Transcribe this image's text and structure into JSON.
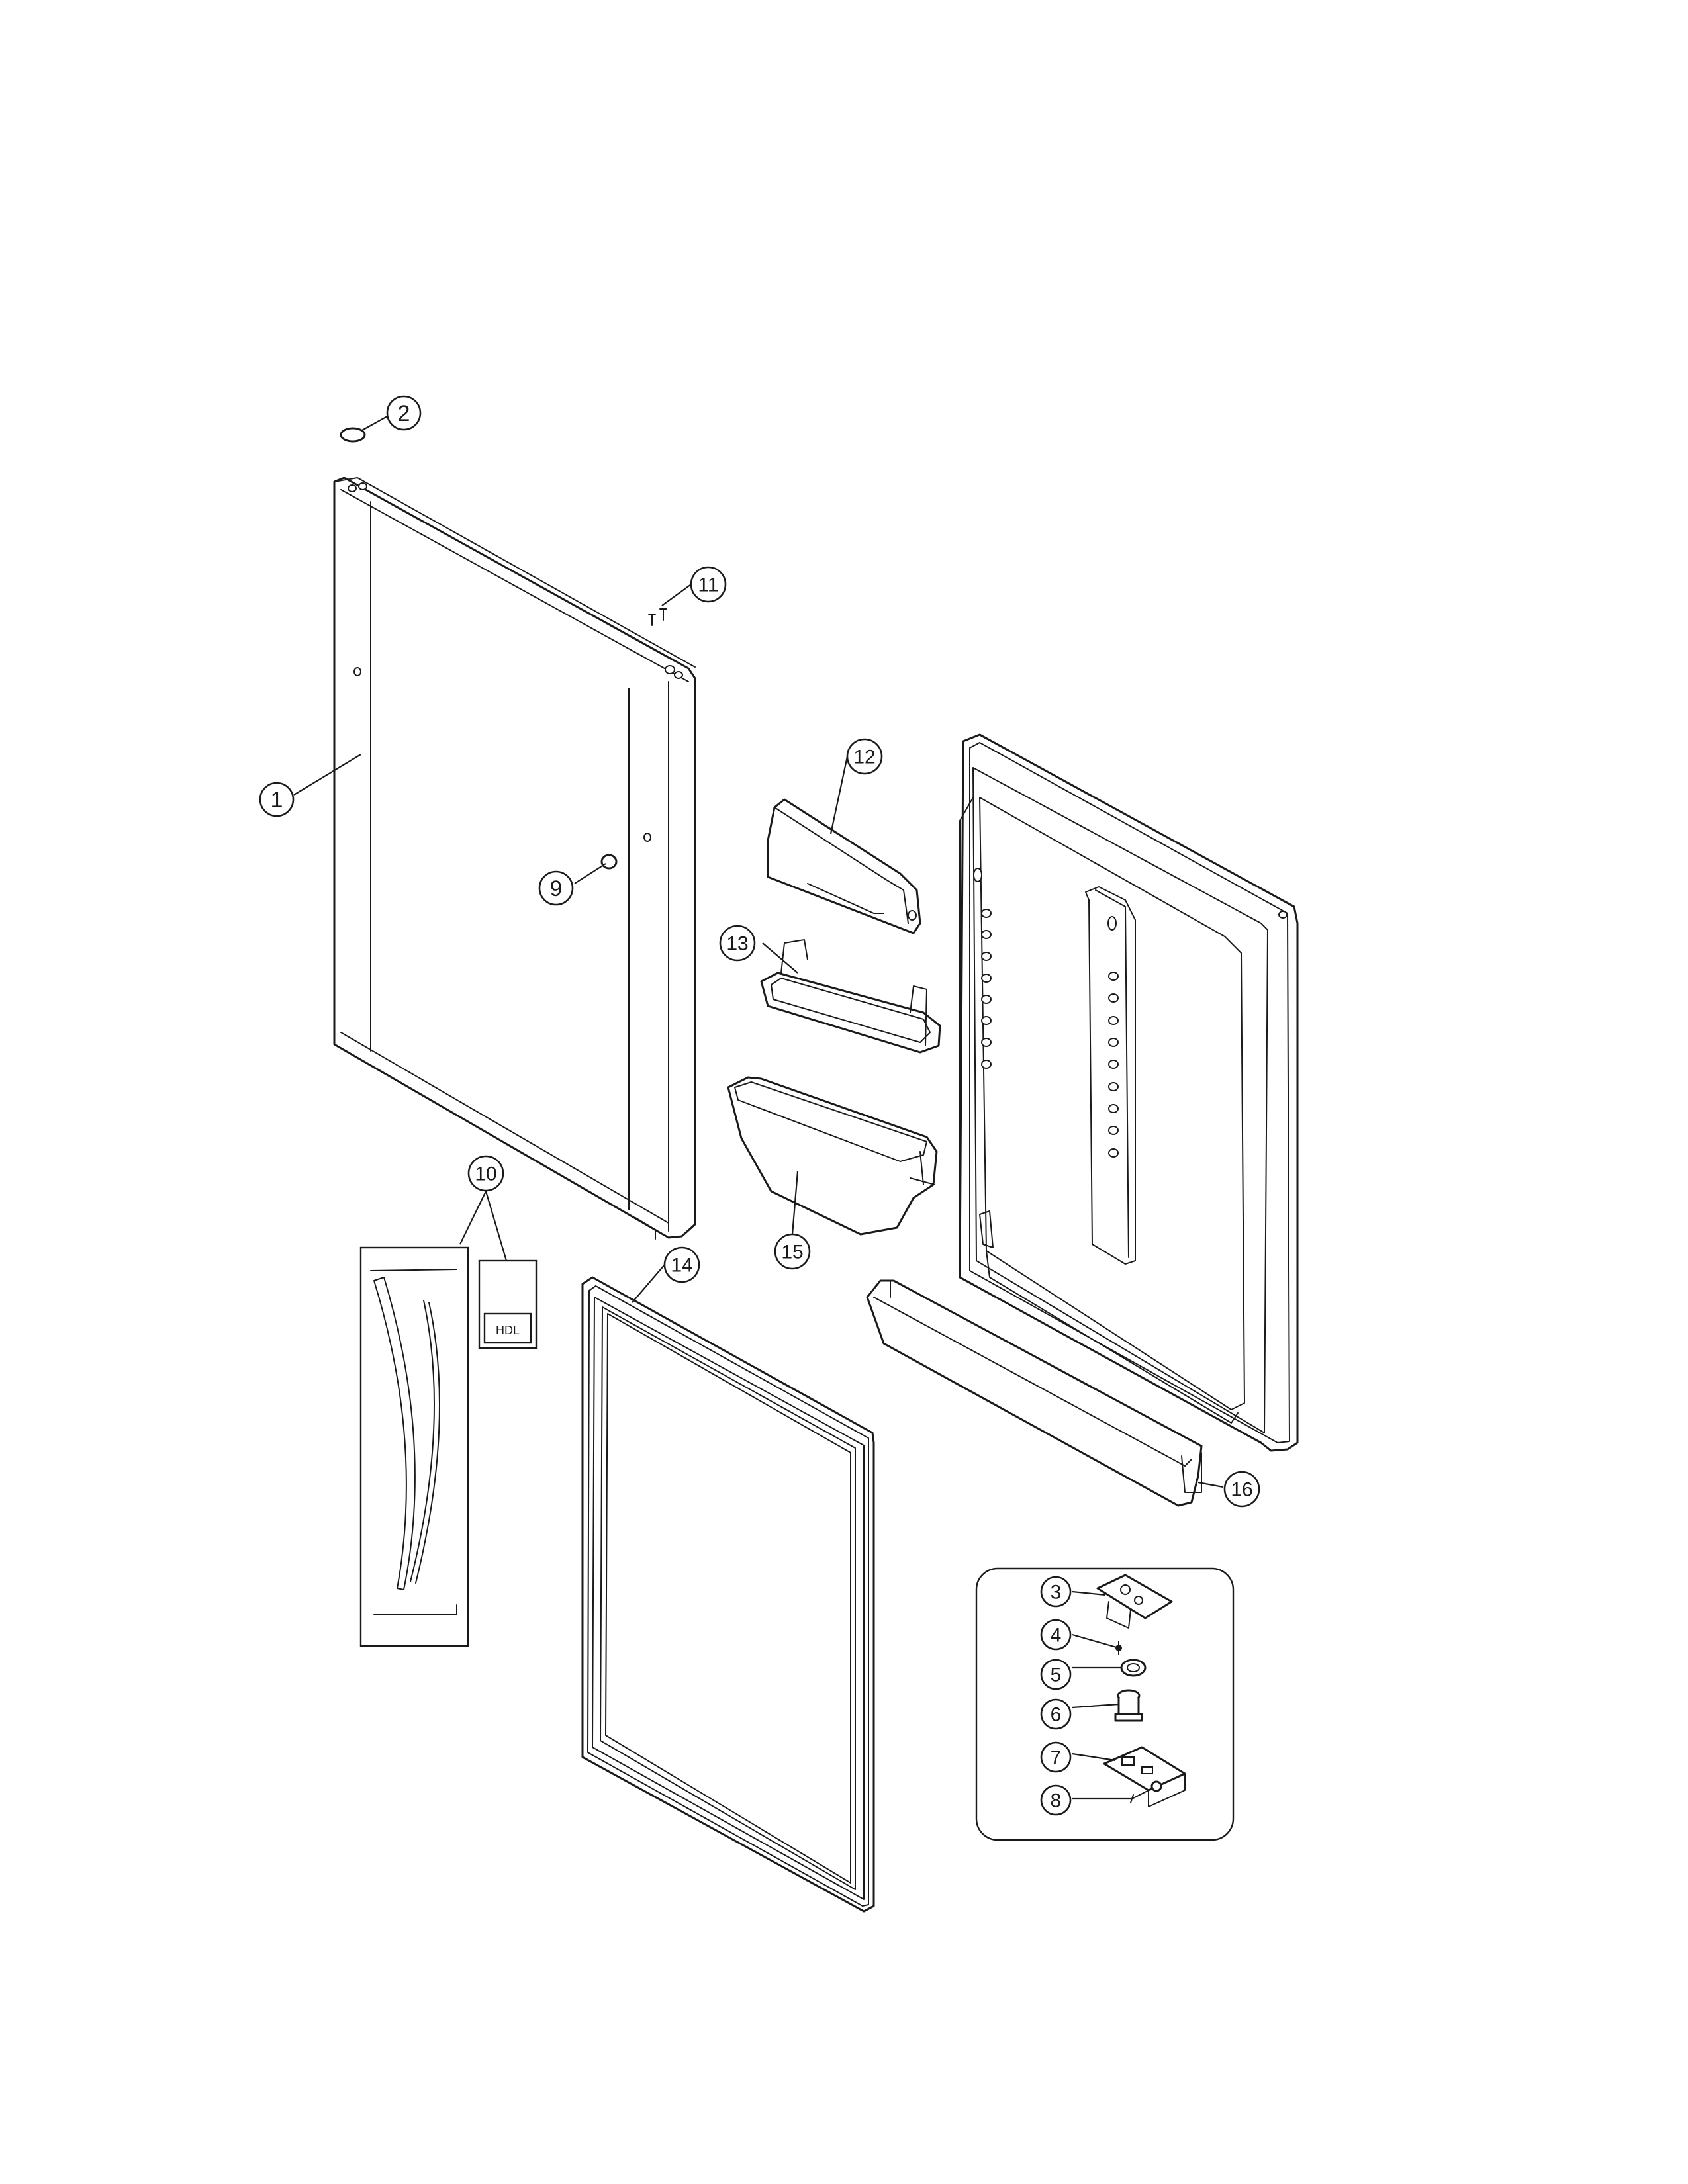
{
  "callouts": [
    {
      "id": "1",
      "label": "1"
    },
    {
      "id": "2",
      "label": "2"
    },
    {
      "id": "3",
      "label": "3"
    },
    {
      "id": "4",
      "label": "4"
    },
    {
      "id": "5",
      "label": "5"
    },
    {
      "id": "6",
      "label": "6"
    },
    {
      "id": "7",
      "label": "7"
    },
    {
      "id": "8",
      "label": "8"
    },
    {
      "id": "9",
      "label": "9"
    },
    {
      "id": "10",
      "label": "10"
    },
    {
      "id": "11",
      "label": "11"
    },
    {
      "id": "12",
      "label": "12"
    },
    {
      "id": "13",
      "label": "13"
    },
    {
      "id": "14",
      "label": "14"
    },
    {
      "id": "15",
      "label": "15"
    },
    {
      "id": "16",
      "label": "16"
    }
  ],
  "handle_kit_label": "HDL"
}
